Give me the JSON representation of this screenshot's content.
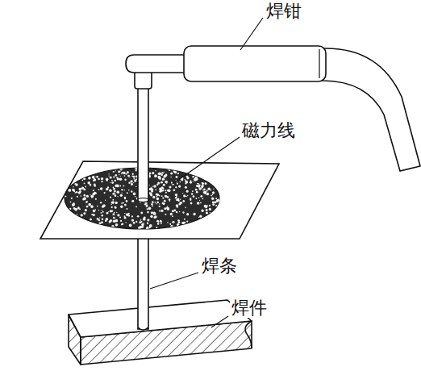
{
  "diagram": {
    "labels": [
      "焊钳",
      "磁力线",
      "焊条",
      "焊件"
    ]
  }
}
